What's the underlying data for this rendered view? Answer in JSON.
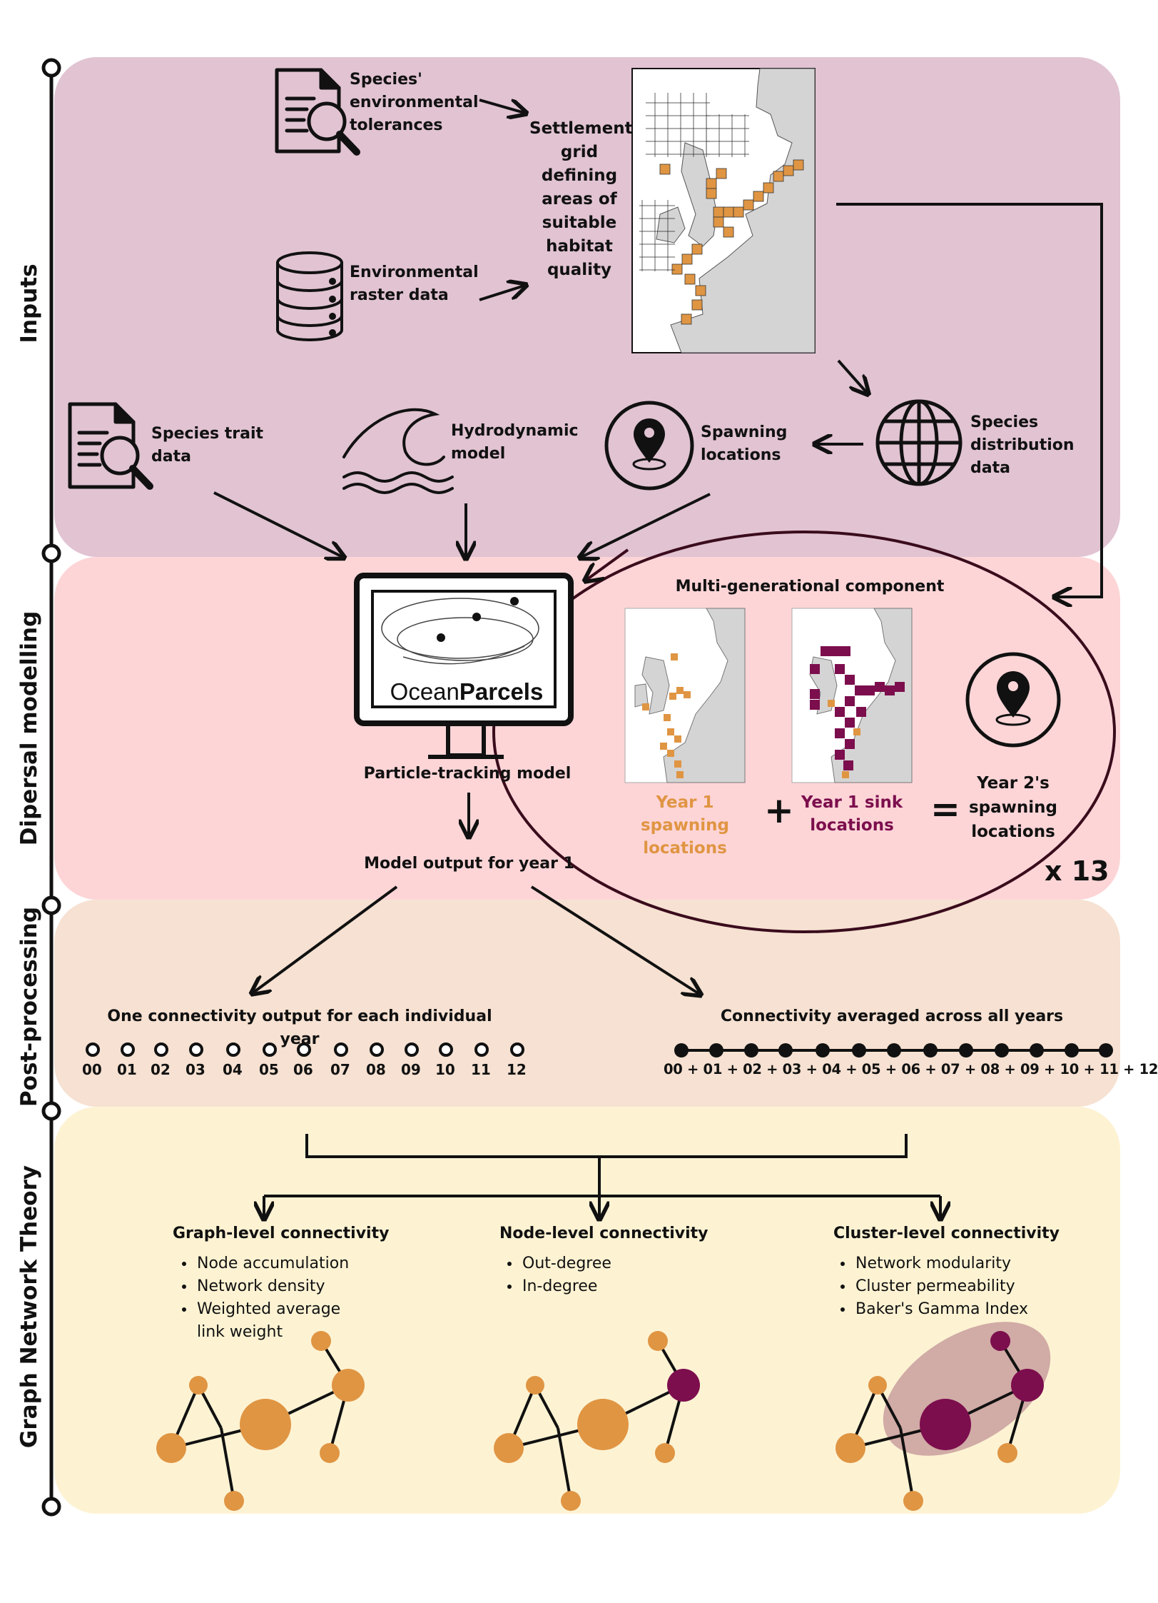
{
  "colors": {
    "inputs_band": "#e1c3d2",
    "dispersal_band": "#fdd5d7",
    "postprocessing_band": "#f6e1d2",
    "graph_band": "#fdf3d3",
    "orange": "#e09543",
    "purple": "#7c0e4d",
    "land": "#d4d4d4"
  },
  "phases": {
    "inputs": "Inputs",
    "dispersal": "Dipersal modelling",
    "postprocessing": "Post-processing",
    "graph": "Graph Network Theory"
  },
  "inputs": {
    "tolerances": "Species' environmental tolerances",
    "raster": "Environmental raster data",
    "settlement_grid": "Settlement grid defining areas of suitable habitat quality",
    "species_trait": "Species trait data",
    "hydrodynamic": "Hydrodynamic model",
    "spawning": "Spawning locations",
    "distribution": "Species distribution data",
    "icons": [
      "document-search-icon",
      "database-icon",
      "wave-icon",
      "location-pin-icon",
      "globe-icon",
      "europe-map-icon"
    ]
  },
  "dispersal": {
    "logo_light": "Ocean",
    "logo_bold": "Parcels",
    "particle_model": "Particle-tracking model",
    "output_year1": "Model output for year 1",
    "multigen_title": "Multi-generational component",
    "year1_spawning": "Year 1 spawning locations",
    "plus": "+",
    "year1_sink": "Year 1 sink locations",
    "equals": "=",
    "year2_spawning": "Year 2's spawning locations",
    "repeat": "x 13"
  },
  "postprocessing": {
    "individual_title": "One connectivity output for each individual year",
    "individual_years": [
      "00",
      "01",
      "02",
      "03",
      "04",
      "05",
      "06",
      "07",
      "08",
      "09",
      "10",
      "11",
      "12"
    ],
    "averaged_title": "Connectivity averaged across all years",
    "averaged_sum": "00 + 01 + 02 + 03 + 04 + 05 + 06 + 07 + 08 + 09 + 10 + 11 + 12"
  },
  "graph": {
    "graph_level": {
      "title": "Graph-level connectivity",
      "items": [
        "Node accumulation",
        "Network density",
        "Weighted average link weight"
      ]
    },
    "node_level": {
      "title": "Node-level connectivity",
      "items": [
        "Out-degree",
        "In-degree"
      ]
    },
    "cluster_level": {
      "title": "Cluster-level connectivity",
      "items": [
        "Network modularity",
        "Cluster permeability",
        "Baker's Gamma Index"
      ]
    }
  }
}
